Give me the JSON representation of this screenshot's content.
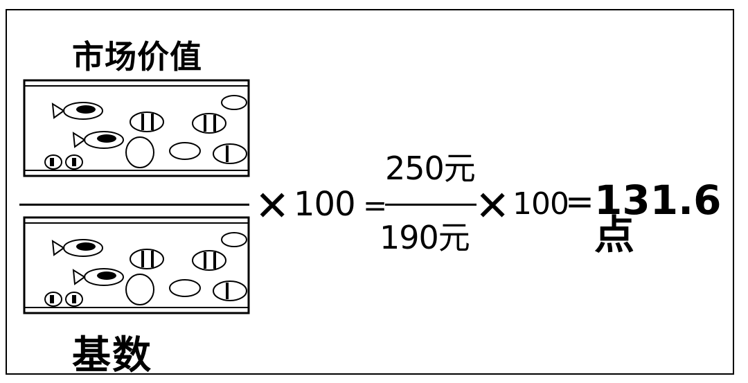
{
  "labels": {
    "numerator_label": "市场价值",
    "denominator_label": "基数"
  },
  "formula": {
    "times_symbol": "✕",
    "multiplier_1": "100",
    "equals_1": "=",
    "numerator_value": "250元",
    "denominator_value": "190元",
    "multiplier_2": "100",
    "equals_2": "=",
    "result": "131.6点"
  }
}
